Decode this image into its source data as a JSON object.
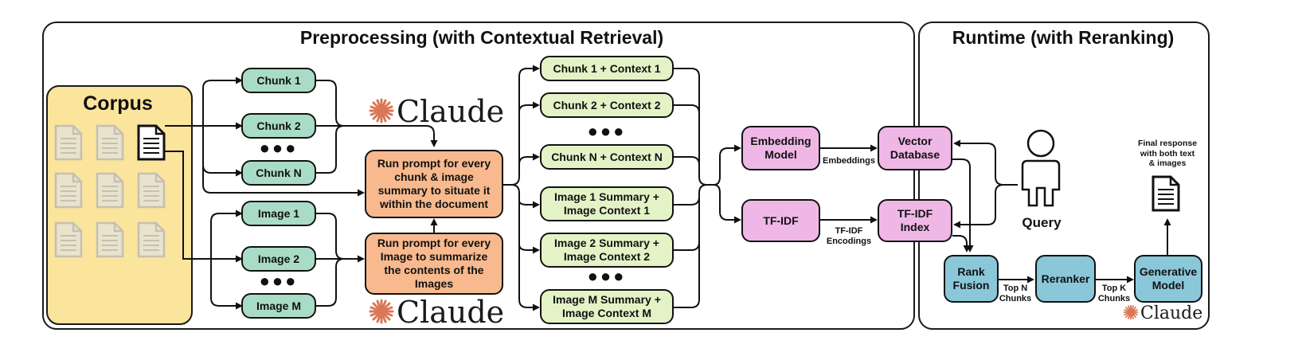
{
  "preprocessing": {
    "title": "Preprocessing (with Contextual Retrieval)",
    "corpus_label": "Corpus",
    "chunks": [
      "Chunk 1",
      "Chunk 2",
      "Chunk N"
    ],
    "images": [
      "Image 1",
      "Image 2",
      "Image M"
    ],
    "dots": "●●●",
    "prompt_context": "Run prompt for every chunk & image summary to situate it within the document",
    "prompt_summarize": "Run prompt for every Image to summarize the contents of the Images",
    "claude_brand": "Claude",
    "contextual_chunks": [
      "Chunk 1 + Context 1",
      "Chunk 2 + Context 2",
      "Chunk N + Context N"
    ],
    "contextual_images": [
      "Image 1 Summary +\nImage Context 1",
      "Image 2 Summary +\nImage Context 2",
      "Image M Summary +\nImage Context M"
    ],
    "embedding_model": "Embedding Model",
    "tfidf": "TF-IDF",
    "embeddings_label": "Embeddings",
    "tfidf_encodings_label": "TF-IDF\nEncodings",
    "vector_db": "Vector Database",
    "tfidf_index": "TF-IDF Index"
  },
  "runtime": {
    "title": "Runtime (with Reranking)",
    "query_label": "Query",
    "rank_fusion": "Rank Fusion",
    "top_n_label": "Top N\nChunks",
    "reranker": "Reranker",
    "top_k_label": "Top K\nChunks",
    "generative_model": "Generative Model",
    "final_response_label": "Final response\nwith both text\n& images",
    "claude_brand": "Claude"
  },
  "colors": {
    "teal": "#a9dcc6",
    "lime": "#e3f3c6",
    "peach": "#f7b98d",
    "pink": "#efb7e6",
    "blue": "#8ac7d9",
    "corpus": "#fbe49b",
    "claude_accent": "#d97757"
  },
  "icons": [
    "document-icon",
    "person-icon",
    "claude-starburst-icon"
  ]
}
